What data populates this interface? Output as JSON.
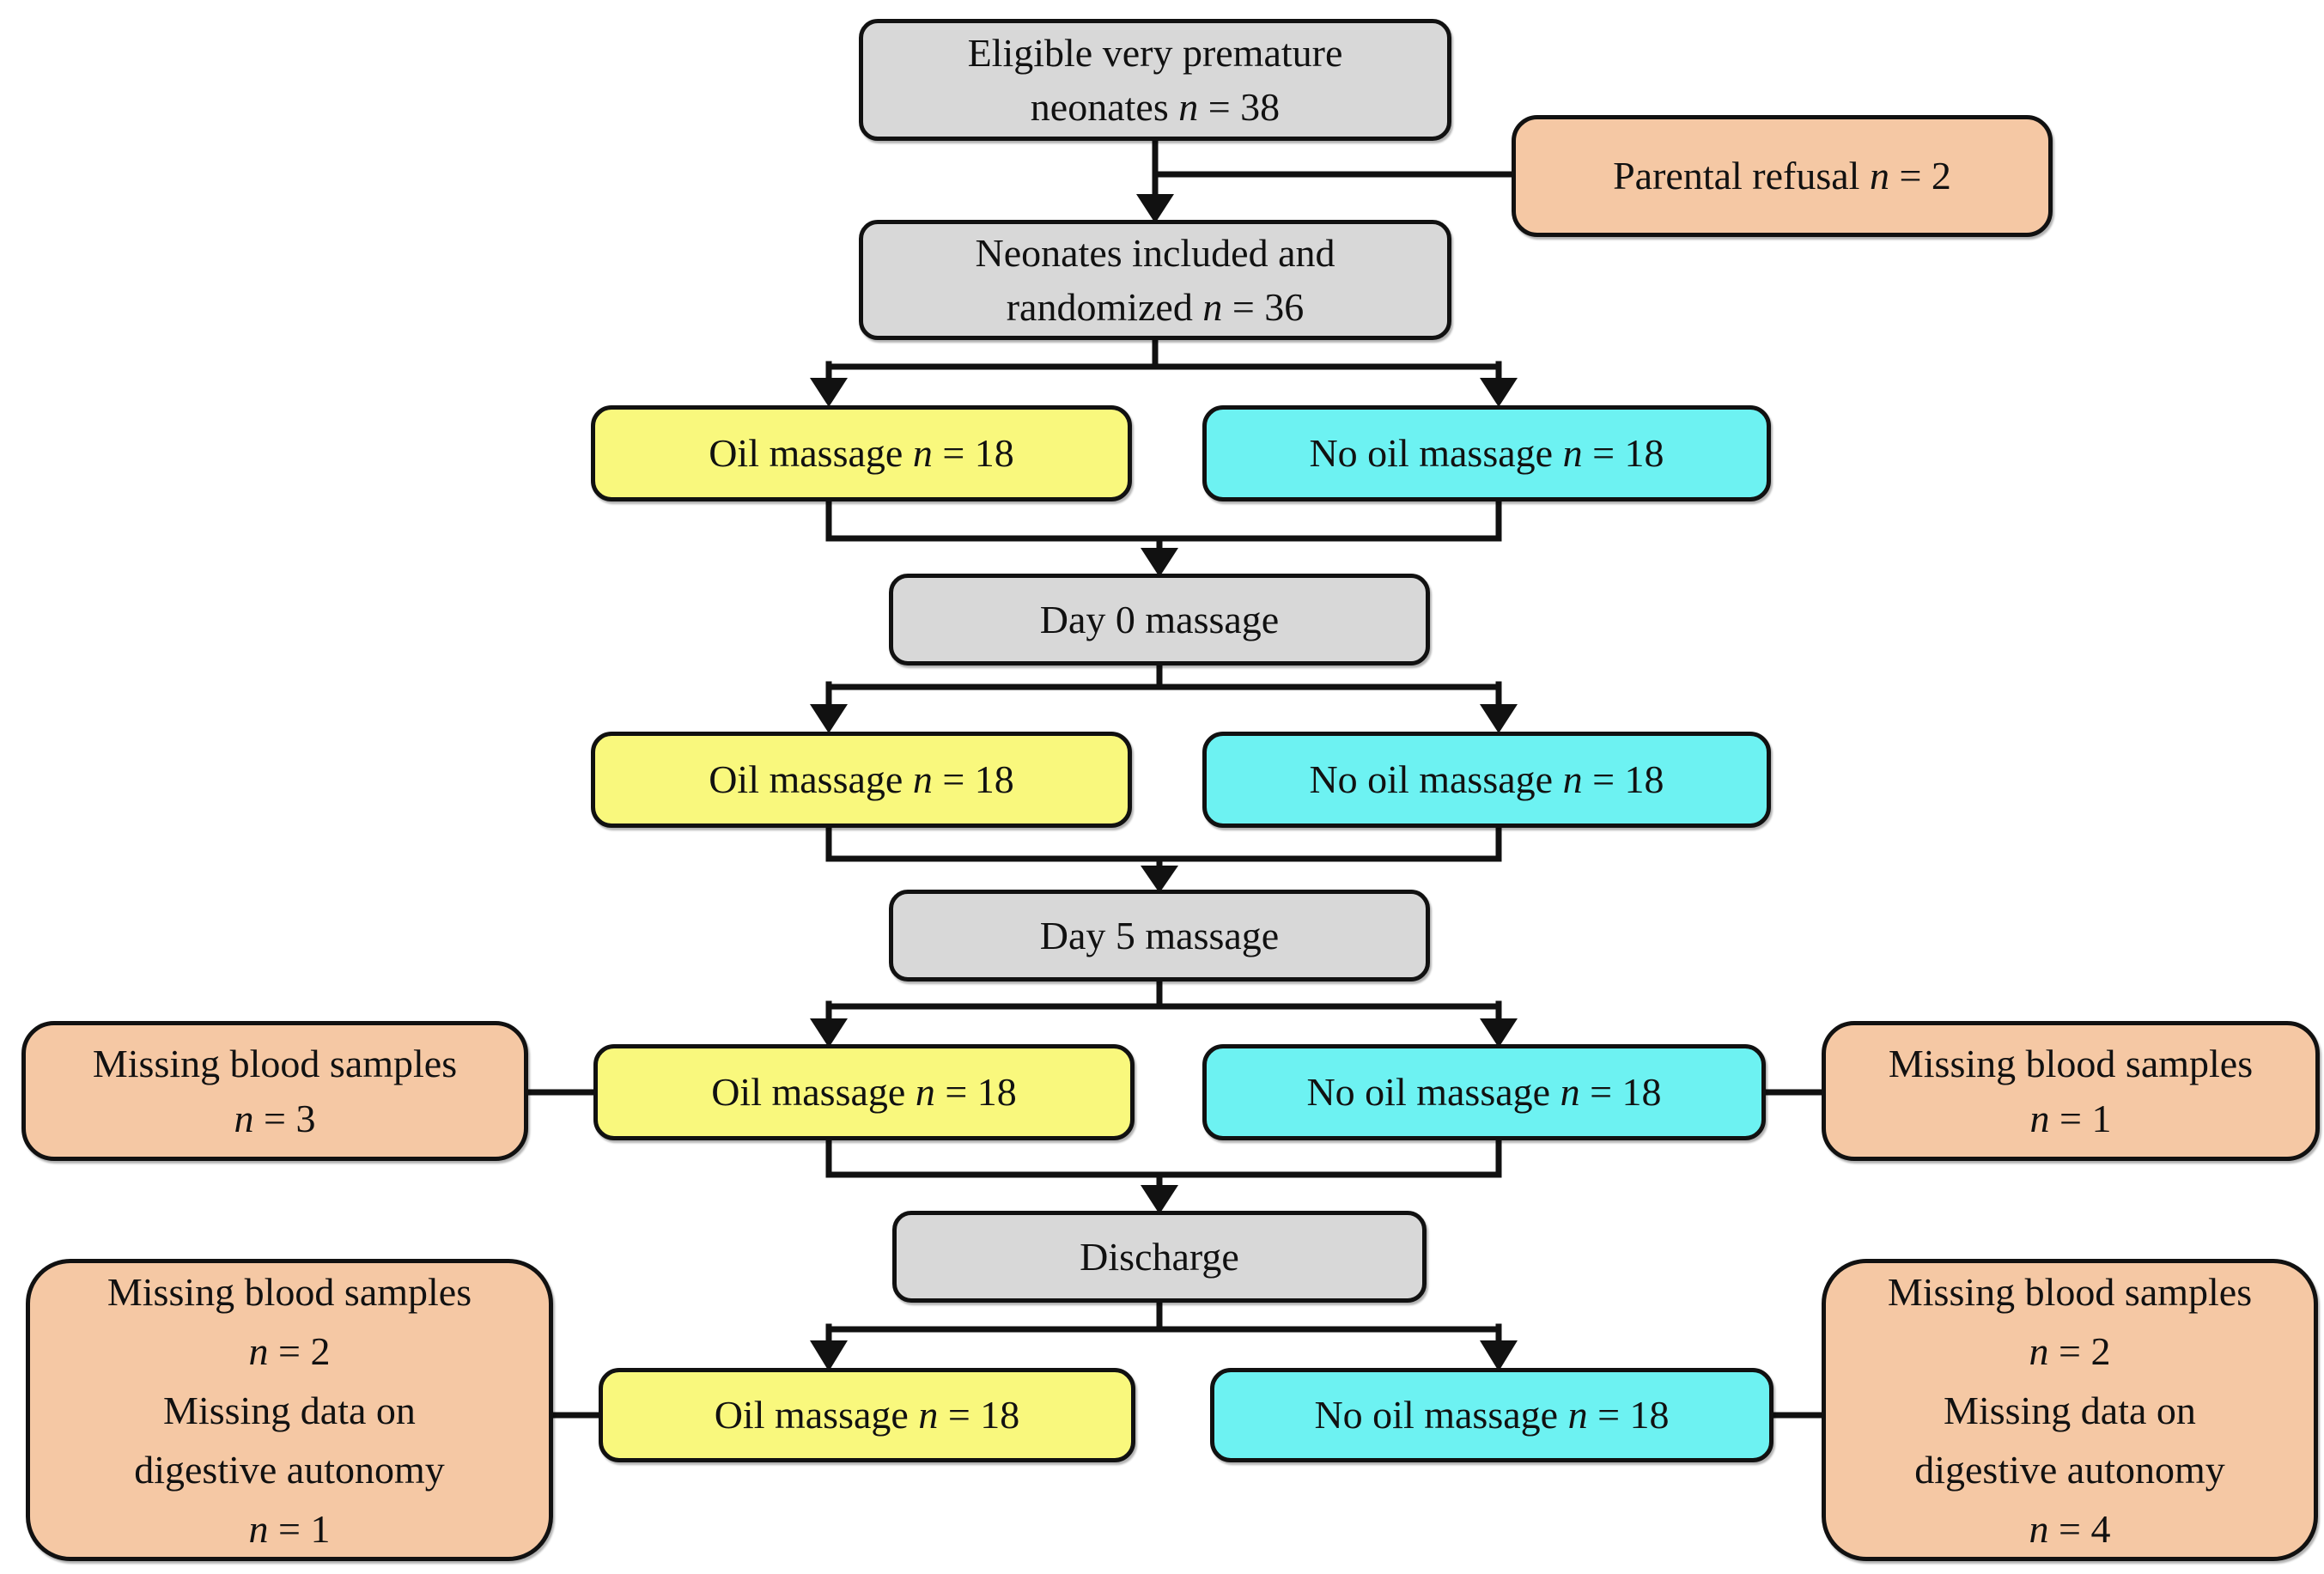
{
  "colors": {
    "stage": "#d8d8d8",
    "oil": "#f9f87d",
    "no_oil": "#6df2f2",
    "excl": "#f5c8a4",
    "line": "#111111",
    "background": "#ffffff"
  },
  "flow": {
    "eligible": {
      "line1": "Eligible very premature",
      "line2": "neonates",
      "n": "n",
      "v": "= 38"
    },
    "parental_refusal": {
      "label": "Parental refusal",
      "n": "n",
      "v": "= 2"
    },
    "randomized": {
      "line1": "Neonates included and",
      "line2": "randomized",
      "n": "n",
      "v": "= 36"
    },
    "allocation": {
      "oil": {
        "label": "Oil massage",
        "n": "n",
        "v": "= 18"
      },
      "no_oil": {
        "label": "No oil massage",
        "n": "n",
        "v": "= 18"
      }
    },
    "day0": {
      "label": "Day 0 massage",
      "oil": {
        "label": "Oil massage",
        "n": "n",
        "v": "= 18"
      },
      "no_oil": {
        "label": "No oil massage",
        "n": "n",
        "v": "= 18"
      }
    },
    "day5": {
      "label": "Day 5 massage",
      "missing_left": {
        "line1": "Missing blood samples",
        "n": "n",
        "v": "= 3"
      },
      "oil": {
        "label": "Oil massage",
        "n": "n",
        "v": "= 18"
      },
      "no_oil": {
        "label": "No oil massage",
        "n": "n",
        "v": "= 18"
      },
      "missing_right": {
        "line1": "Missing blood samples",
        "n": "n",
        "v": "= 1"
      }
    },
    "discharge": {
      "label": "Discharge",
      "missing_left": {
        "line1": "Missing blood samples",
        "n1": "n",
        "v1": "= 2",
        "line2": "Missing data on",
        "line3": "digestive autonomy",
        "n2": "n",
        "v2": "= 1"
      },
      "oil": {
        "label": "Oil massage",
        "n": "n",
        "v": "= 18"
      },
      "no_oil": {
        "label": "No oil massage",
        "n": "n",
        "v": "= 18"
      },
      "missing_right": {
        "line1": "Missing blood samples",
        "n1": "n",
        "v1": "= 2",
        "line2": "Missing data on",
        "line3": "digestive autonomy",
        "n2": "n",
        "v2": "= 4"
      }
    }
  }
}
